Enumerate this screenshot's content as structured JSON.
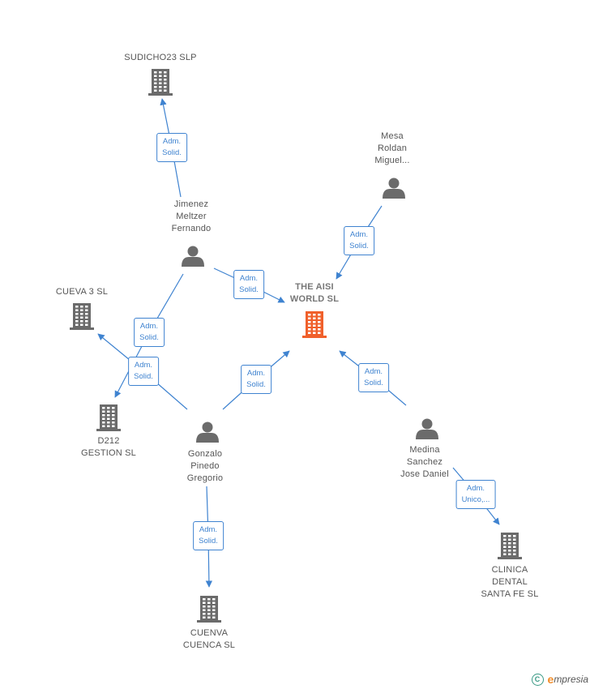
{
  "diagram": {
    "nodes": [
      {
        "id": "the-aisi-world",
        "type": "company",
        "main": true,
        "label": [
          "THE AISI",
          "WORLD  SL"
        ]
      },
      {
        "id": "sudicho23",
        "type": "company",
        "label": [
          "SUDICHO23  SLP"
        ]
      },
      {
        "id": "cueva3",
        "type": "company",
        "label": [
          "CUEVA 3  SL"
        ]
      },
      {
        "id": "d212",
        "type": "company",
        "label": [
          "D212",
          "GESTION  SL"
        ]
      },
      {
        "id": "cuenva-cuenca",
        "type": "company",
        "label": [
          "CUENVA",
          "CUENCA  SL"
        ]
      },
      {
        "id": "clinica-dental",
        "type": "company",
        "label": [
          "CLINICA",
          "DENTAL",
          "SANTA FE SL"
        ]
      },
      {
        "id": "mesa-roldan",
        "type": "person",
        "label": [
          "Mesa",
          "Roldan",
          "Miguel..."
        ]
      },
      {
        "id": "jimenez-meltzer",
        "type": "person",
        "label": [
          "Jimenez",
          "Meltzer",
          "Fernando"
        ]
      },
      {
        "id": "gonzalo-pinedo",
        "type": "person",
        "label": [
          "Gonzalo",
          "Pinedo",
          "Gregorio"
        ]
      },
      {
        "id": "medina-sanchez",
        "type": "person",
        "label": [
          "Medina",
          "Sanchez",
          "Jose Daniel"
        ]
      }
    ],
    "edges": [
      {
        "from": "jimenez-meltzer",
        "to": "sudicho23",
        "label": [
          "Adm.",
          "Solid."
        ]
      },
      {
        "from": "mesa-roldan",
        "to": "the-aisi-world",
        "label": [
          "Adm.",
          "Solid."
        ]
      },
      {
        "from": "jimenez-meltzer",
        "to": "the-aisi-world",
        "label": [
          "Adm.",
          "Solid."
        ]
      },
      {
        "from": "jimenez-meltzer",
        "to": "d212",
        "label": [
          "Adm.",
          "Solid."
        ]
      },
      {
        "from": "gonzalo-pinedo",
        "to": "cueva3",
        "label": [
          "Adm.",
          "Solid."
        ]
      },
      {
        "from": "gonzalo-pinedo",
        "to": "the-aisi-world",
        "label": [
          "Adm.",
          "Solid."
        ]
      },
      {
        "from": "medina-sanchez",
        "to": "the-aisi-world",
        "label": [
          "Adm.",
          "Solid."
        ]
      },
      {
        "from": "gonzalo-pinedo",
        "to": "cuenva-cuenca",
        "label": [
          "Adm.",
          "Solid."
        ]
      },
      {
        "from": "medina-sanchez",
        "to": "clinica-dental",
        "label": [
          "Adm.",
          "Unico,..."
        ]
      }
    ]
  },
  "colors": {
    "edge": "#3f83d0",
    "icon": "#6b6b6b",
    "main_icon": "#f0602b"
  },
  "icons": {
    "company": "building-icon",
    "person": "person-icon",
    "copyright": "copyright-icon"
  },
  "footer": {
    "copyright_symbol": "C",
    "brand_initial": "e",
    "brand_rest": "mpresia"
  }
}
